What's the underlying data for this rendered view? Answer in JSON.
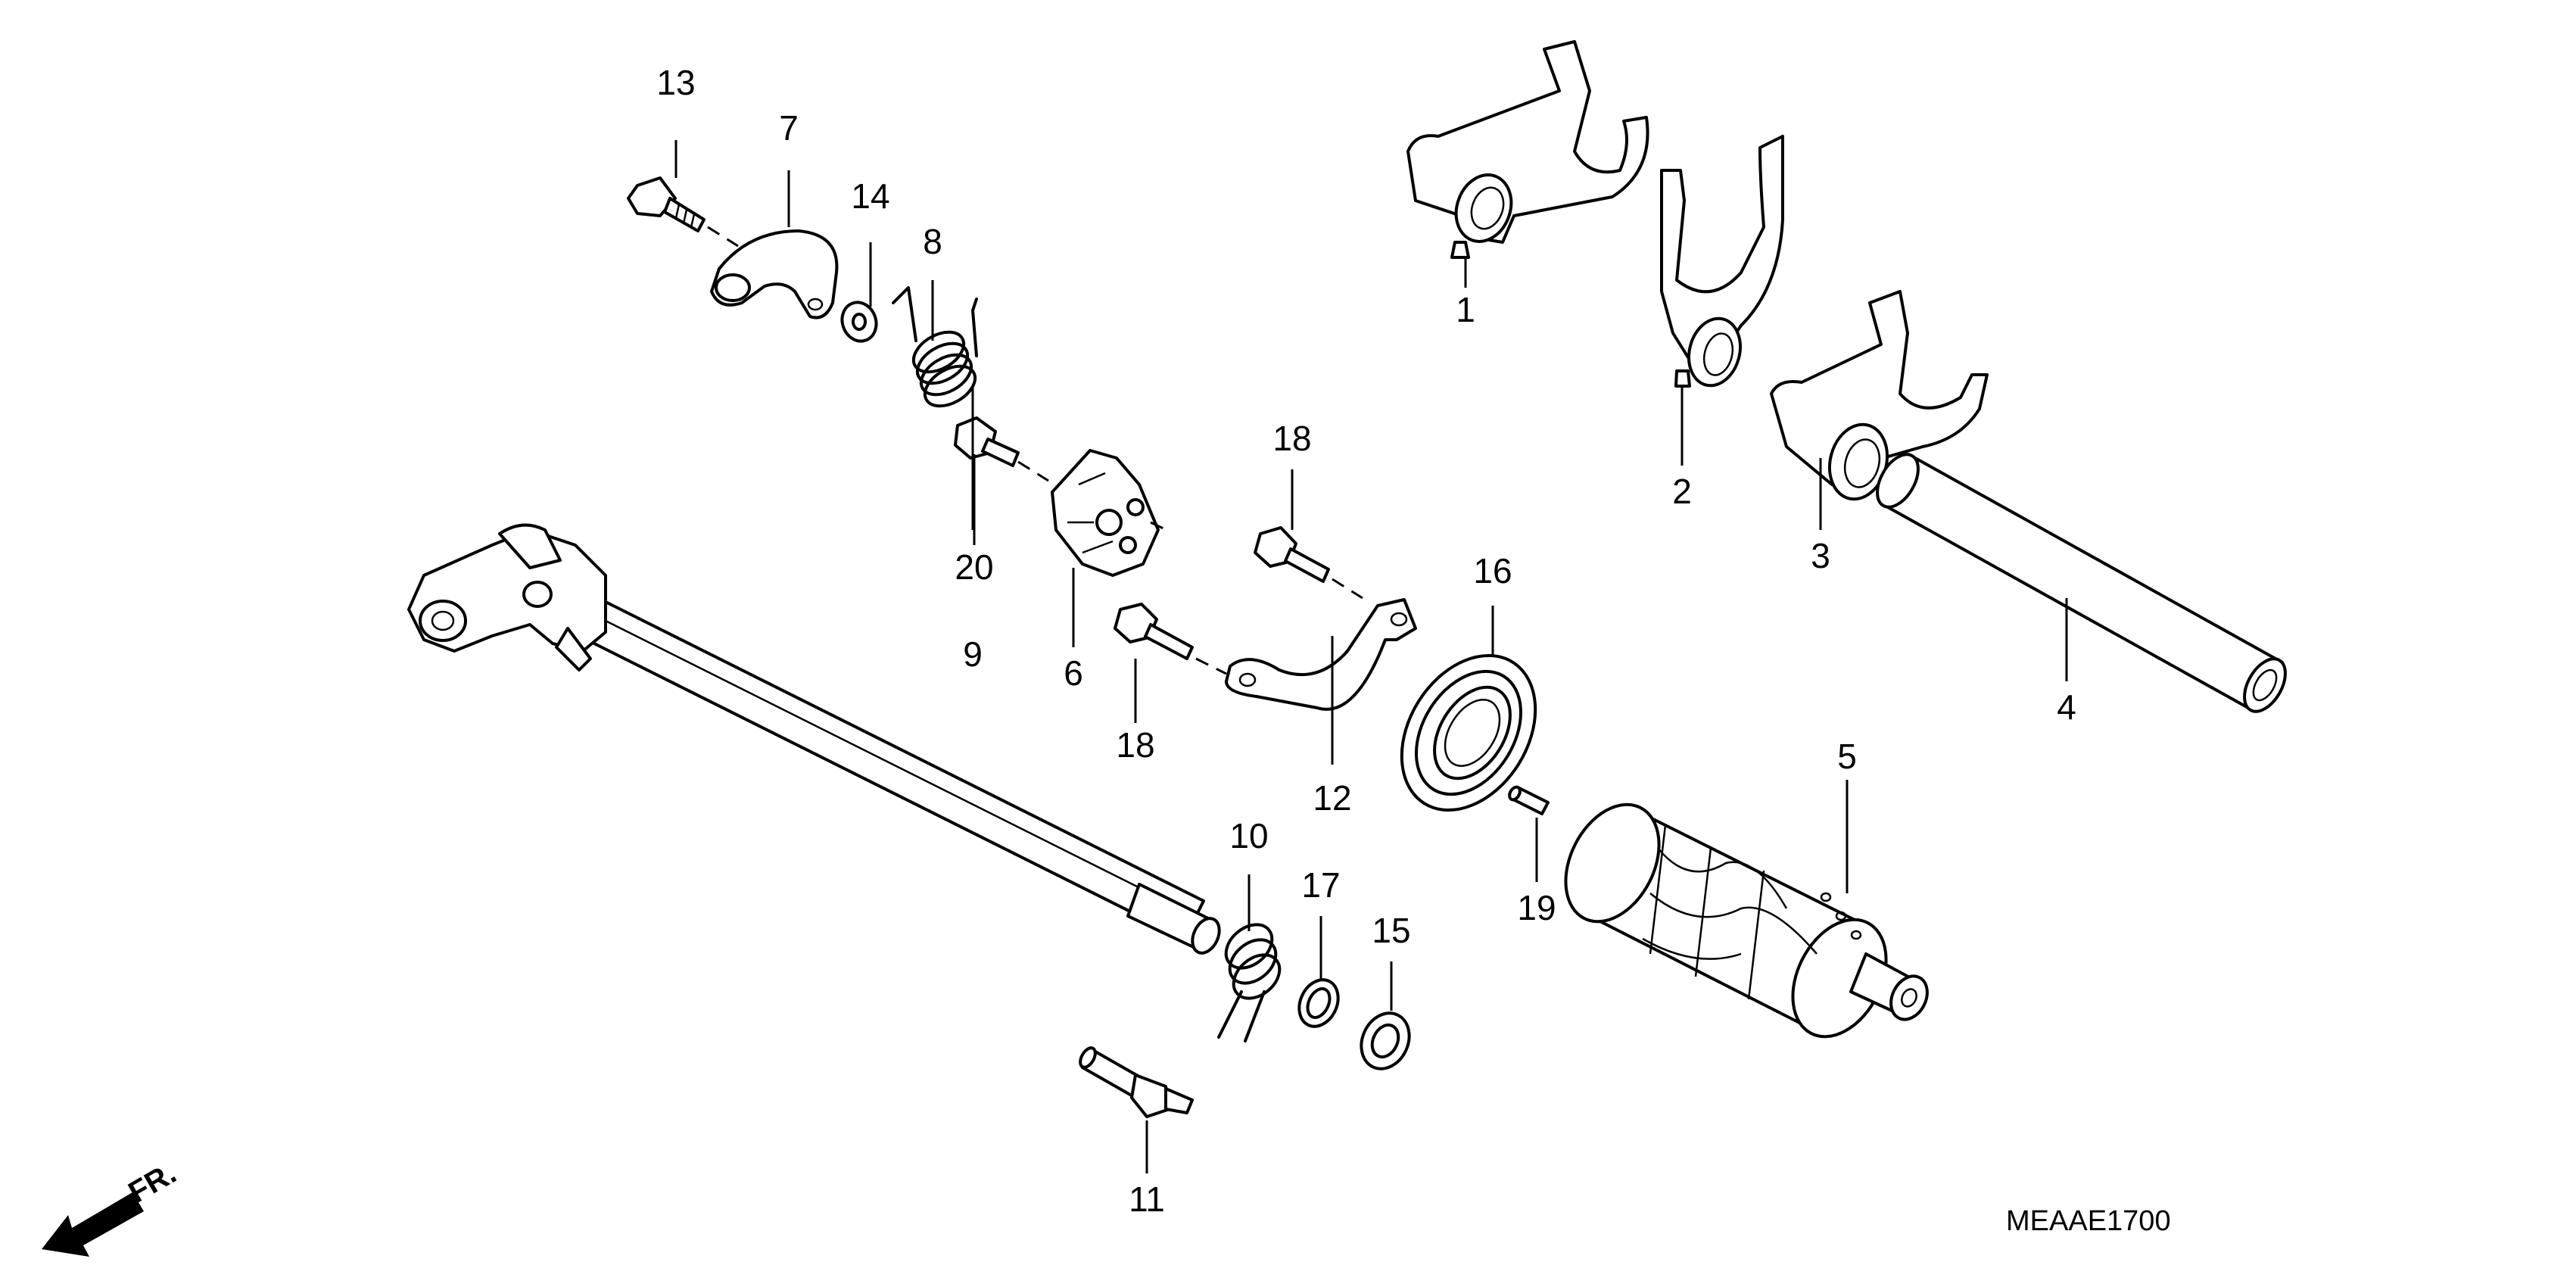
{
  "diagram": {
    "callouts": [
      "1",
      "2",
      "3",
      "4",
      "5",
      "6",
      "7",
      "8",
      "9",
      "10",
      "11",
      "12",
      "13",
      "14",
      "15",
      "16",
      "17",
      "18",
      "18",
      "19",
      "20"
    ],
    "part_code": "MEAAE1700",
    "direction_label": "FR."
  }
}
